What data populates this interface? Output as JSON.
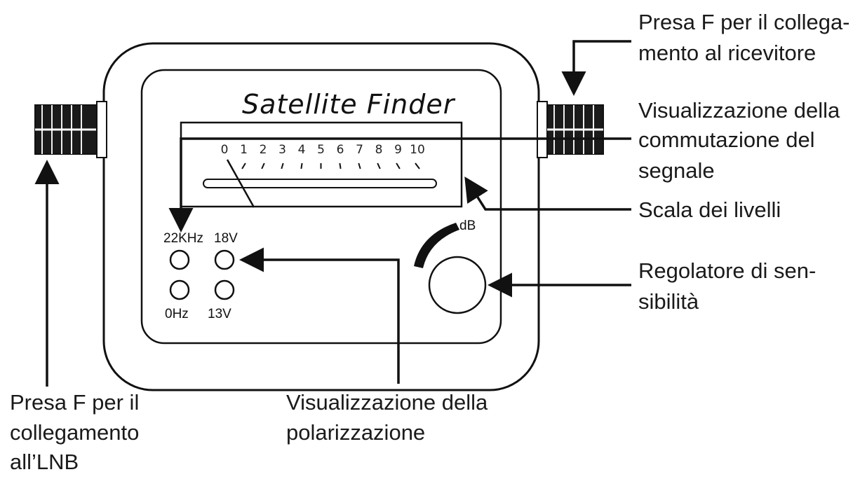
{
  "device": {
    "brand": "Satellite Finder",
    "scale_numbers": [
      "0",
      "1",
      "2",
      "3",
      "4",
      "5",
      "6",
      "7",
      "8",
      "9",
      "10"
    ],
    "db_label": "dB",
    "led_labels": {
      "top_left": "22KHz",
      "top_right": "18V",
      "bottom_left": "0Hz",
      "bottom_right": "13V"
    }
  },
  "callouts": {
    "receiver_connector": [
      "Presa F per il collega-",
      "mento al ricevitore"
    ],
    "signal_switch_display": [
      "Visualizzazione della",
      "commutazione del",
      "segnale"
    ],
    "level_scale": [
      "Scala dei livelli"
    ],
    "sensitivity_knob": [
      "Regolatore di sen-",
      "sibilità"
    ],
    "lnb_connector": [
      "Presa F per il",
      "collegamento",
      "all’LNB"
    ],
    "polarization_display": [
      "Visualizzazione della",
      "polarizzazione"
    ]
  }
}
